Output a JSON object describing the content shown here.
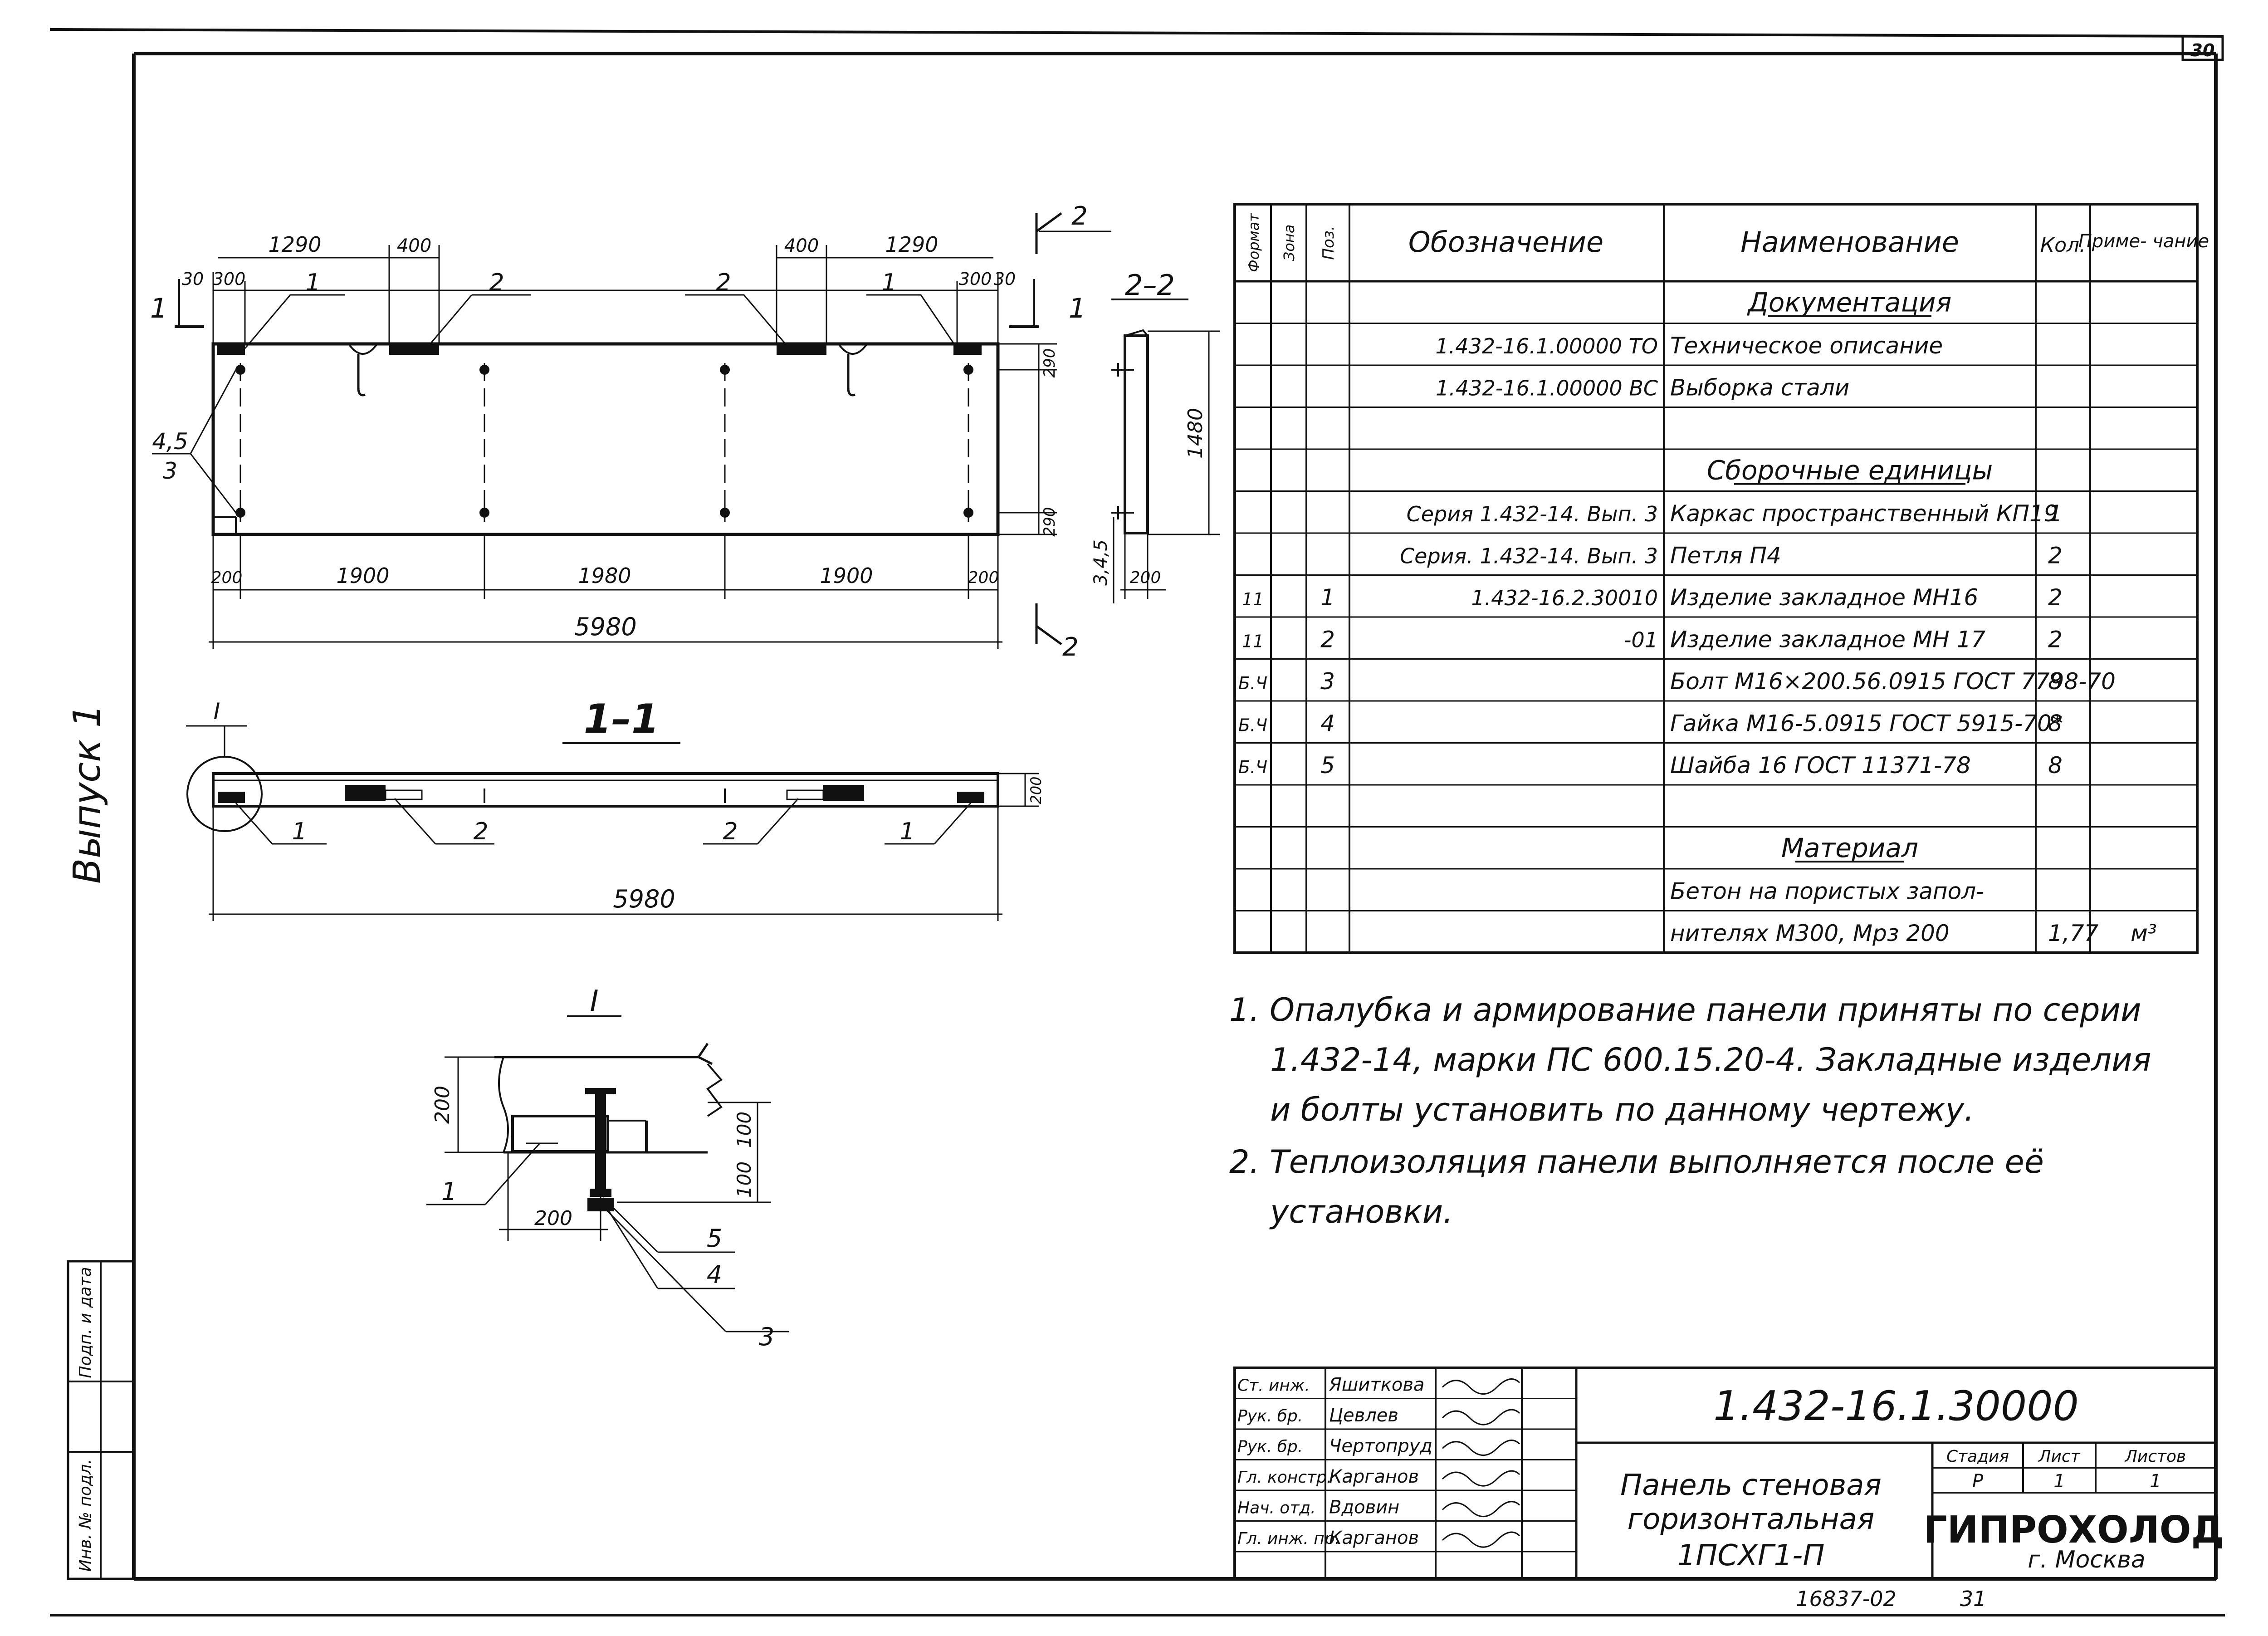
{
  "sheet_corner": "30",
  "vypusk_label": "Выпуск 1",
  "side_stamp": {
    "inv_label": "Инв. № подл.",
    "sign_label": "Подп. и дата"
  },
  "elevation": {
    "top_dims": [
      "1290",
      "400",
      "400",
      "1290"
    ],
    "end_dims_left": [
      "30",
      "300"
    ],
    "end_dims_right": [
      "300",
      "30"
    ],
    "pos_callouts": [
      "1",
      "2",
      "2",
      "1"
    ],
    "left_callout_a": "4,5",
    "left_callout_b": "3",
    "section_mark": "1",
    "bottom_dims": [
      "200",
      "1900",
      "1980",
      "1900",
      "200"
    ],
    "overall": "5980",
    "right_dims": [
      "290",
      "290"
    ]
  },
  "section_2_2": {
    "title": "2–2",
    "mark": "2",
    "height": "1480",
    "width": "200",
    "callout": "3,4,5"
  },
  "section_1_1": {
    "title": "1–1",
    "node_mark": "I",
    "callouts": [
      "1",
      "2",
      "2",
      "1"
    ],
    "thickness": "200",
    "overall": "5980"
  },
  "detail_I": {
    "title": "I",
    "dim_200_v": "200",
    "dim_100_a": "100",
    "dim_100_b": "100",
    "dim_200_h": "200",
    "callouts": [
      "1",
      "5",
      "4",
      "3"
    ]
  },
  "spec": {
    "headers": {
      "format": "Формат",
      "zone": "Зона",
      "pos": "Поз.",
      "designation": "Обозначение",
      "name": "Наименование",
      "qty": "Кол.",
      "note": "Приме- чание"
    },
    "rows": [
      {
        "f": "",
        "z": "",
        "p": "",
        "d": "",
        "n": "Документация",
        "q": "",
        "r": "",
        "u": true
      },
      {
        "f": "",
        "z": "",
        "p": "",
        "d": "1.432-16.1.00000 ТО",
        "n": "Техническое описание",
        "q": "",
        "r": "",
        "u": false
      },
      {
        "f": "",
        "z": "",
        "p": "",
        "d": "1.432-16.1.00000 ВС",
        "n": "Выборка стали",
        "q": "",
        "r": "",
        "u": false
      },
      {
        "f": "",
        "z": "",
        "p": "",
        "d": "",
        "n": "",
        "q": "",
        "r": "",
        "u": false
      },
      {
        "f": "",
        "z": "",
        "p": "",
        "d": "",
        "n": "Сборочные единицы",
        "q": "",
        "r": "",
        "u": true
      },
      {
        "f": "",
        "z": "",
        "p": "",
        "d": "Серия 1.432-14. Вып. 3",
        "n": "Каркас пространственный КП19",
        "q": "1",
        "r": "",
        "u": false
      },
      {
        "f": "",
        "z": "",
        "p": "",
        "d": "Серия. 1.432-14. Вып. 3",
        "n": "Петля П4",
        "q": "2",
        "r": "",
        "u": false
      },
      {
        "f": "11",
        "z": "",
        "p": "1",
        "d": "1.432-16.2.30010",
        "n": "Изделие закладное МН16",
        "q": "2",
        "r": "",
        "u": false
      },
      {
        "f": "11",
        "z": "",
        "p": "2",
        "d": "-01",
        "n": "Изделие закладное МН 17",
        "q": "2",
        "r": "",
        "u": false
      },
      {
        "f": "Б.Ч",
        "z": "",
        "p": "3",
        "d": "",
        "n": "Болт М16×200.56.0915 ГОСТ 7798-70",
        "q": "8",
        "r": "",
        "u": false
      },
      {
        "f": "Б.Ч",
        "z": "",
        "p": "4",
        "d": "",
        "n": "Гайка М16-5.0915 ГОСТ 5915-70*",
        "q": "8",
        "r": "",
        "u": false
      },
      {
        "f": "Б.Ч",
        "z": "",
        "p": "5",
        "d": "",
        "n": "Шайба 16 ГОСТ 11371-78",
        "q": "8",
        "r": "",
        "u": false
      },
      {
        "f": "",
        "z": "",
        "p": "",
        "d": "",
        "n": "",
        "q": "",
        "r": "",
        "u": false
      },
      {
        "f": "",
        "z": "",
        "p": "",
        "d": "",
        "n": "Материал",
        "q": "",
        "r": "",
        "u": true
      },
      {
        "f": "",
        "z": "",
        "p": "",
        "d": "",
        "n": "Бетон на пористых запол-",
        "q": "",
        "r": "",
        "u": false
      },
      {
        "f": "",
        "z": "",
        "p": "",
        "d": "",
        "n": "нителях М300, Мрз 200",
        "q": "1,77",
        "r": "м³",
        "u": false
      }
    ]
  },
  "notes": [
    "1. Опалубка и армирование панели приняты по серии",
    "1.432-14, марки ПС 600.15.20-4. Закладные изделия",
    "и болты установить по данному чертежу.",
    "2. Теплоизоляция панели выполняется после её",
    "установки."
  ],
  "title_block": {
    "doc_number": "1.432-16.1.30000",
    "staff": [
      {
        "role": "Ст. инж.",
        "name": "Яшиткова"
      },
      {
        "role": "Рук. бр.",
        "name": "Цевлев"
      },
      {
        "role": "Рук. бр.",
        "name": "Чертопруд"
      },
      {
        "role": "Гл. констр.",
        "name": "Карганов"
      },
      {
        "role": "Нач. отд.",
        "name": "Вдовин"
      },
      {
        "role": "Гл. инж. пр.",
        "name": "Карганов"
      }
    ],
    "title_lines": [
      "Панель стеновая",
      "горизонтальная",
      "1ПСХГ1-П"
    ],
    "stage_label": "Стадия",
    "sheet_label": "Лист",
    "sheets_label": "Листов",
    "stage": "Р",
    "sheet": "1",
    "sheets": "1",
    "org": "ГИПРОХОЛОД",
    "city": "г. Москва"
  },
  "footer": {
    "code": "16837-02",
    "page": "31"
  }
}
